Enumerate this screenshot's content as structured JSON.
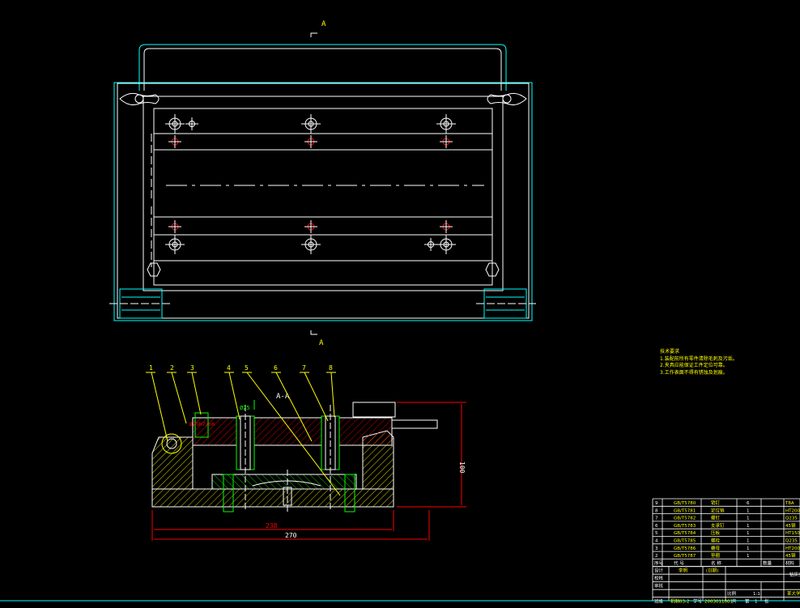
{
  "section_marks": {
    "top": "A",
    "bottom": "A",
    "section_view": "A-A"
  },
  "dimensions": {
    "length_1": "238",
    "length_2": "270",
    "height": "100",
    "fit": "Ø25",
    "callout": "Ø25H7/n6"
  },
  "part_callouts": [
    "1",
    "2",
    "3",
    "4",
    "5",
    "6",
    "7",
    "8"
  ],
  "technical_notes": {
    "title": "技术要求",
    "items": [
      "1.装配前所有零件清除毛刺及污垢。",
      "2.夹具应能保证工件定位可靠。",
      "3.工作表面不得有锈蚀及划痕。"
    ]
  },
  "bom": {
    "rows": [
      [
        "9",
        "GB/T5780",
        "销钉",
        "6",
        "T8A"
      ],
      [
        "8",
        "GB/T5781",
        "定位销",
        "1",
        "HT200"
      ],
      [
        "7",
        "GB/T5782",
        "螺钉",
        "1",
        "Q235"
      ],
      [
        "6",
        "GB/T5783",
        "支承钉",
        "1",
        "45钢"
      ],
      [
        "5",
        "GB/T5784",
        "压板",
        "1",
        "HT150"
      ],
      [
        "4",
        "GB/T5785",
        "螺栓",
        "1",
        "Q235"
      ],
      [
        "3",
        "GB/T5786",
        "螺母",
        "1",
        "HT200"
      ],
      [
        "2",
        "GB/T5787",
        "垫圈",
        "1",
        "45钢"
      ]
    ],
    "header": [
      "序号",
      "代 号",
      "名 称",
      "数量",
      "材料"
    ],
    "title_rows": {
      "design_label": "设计",
      "design_name": "李明",
      "date": "(日期)",
      "check_label": "校核",
      "review_label": "审核",
      "drawing_title": "钻床夹具",
      "scale_label": "比例",
      "scale": "1:1",
      "class_label": "班级",
      "class_value": "机制03-2",
      "student_label": "学号",
      "student_value": "2003011001",
      "sheet_total": "共",
      "sheet_label": "第",
      "sheet_no": "1",
      "sheet_unit": "张",
      "school": "某大学"
    }
  },
  "colors": {
    "outline": "#ffffff",
    "frame": "#00ffff",
    "hatch": "#ff0000",
    "dimension": "#ff0000",
    "leader": "#ffff00",
    "part": "#00ff00",
    "notes": "#ffff00"
  }
}
